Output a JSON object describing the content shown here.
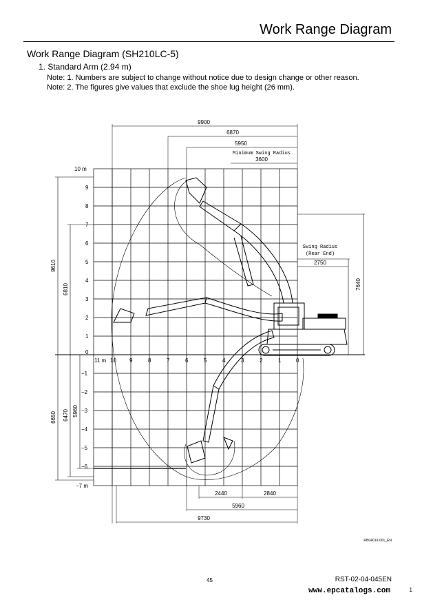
{
  "header": {
    "title": "Work Range Diagram"
  },
  "section": {
    "title": "Work Range Diagram (SH210LC-5)",
    "subtitle": "1. Standard Arm (2.94 m)",
    "note1": "Note: 1. Numbers are subject to change without notice due to design change or other reason.",
    "note2": "Note: 2. The figures give values that exclude the shoe lug height (26 mm)."
  },
  "diagram": {
    "top_label": "10 m",
    "bottom_label": "−7 m",
    "upper_ticks": [
      "9",
      "8",
      "7",
      "6",
      "5",
      "4",
      "3",
      "2",
      "1",
      "0"
    ],
    "lower_ticks": [
      "−1",
      "−2",
      "−3",
      "−4",
      "−5",
      "−6"
    ],
    "x_ticks": [
      "11 m",
      "10",
      "9",
      "8",
      "7",
      "6",
      "5",
      "4",
      "3",
      "2",
      "1",
      "0"
    ],
    "dims": {
      "d9900": "9900",
      "d6870": "6870",
      "d5950": "5950",
      "min_swing_label": "Minimum Swing Radius",
      "d3600": "3600",
      "swing_label1": "Swing Radius",
      "swing_label2": "(Rear End)",
      "d2750": "2750",
      "d7640": "7640",
      "d9610": "9610",
      "d6810": "6810",
      "d6650": "6650",
      "d6470": "6470",
      "d5960": "5960",
      "d2440": "2440",
      "d2840": "2840",
      "d5960b": "5960",
      "d9730": "9730"
    }
  },
  "footer": {
    "figure_id": "RB04010-001_EN",
    "page": "45",
    "doc_code": "RST-02-04-045EN",
    "site": "www.epcatalogs.com",
    "corner": "1"
  }
}
